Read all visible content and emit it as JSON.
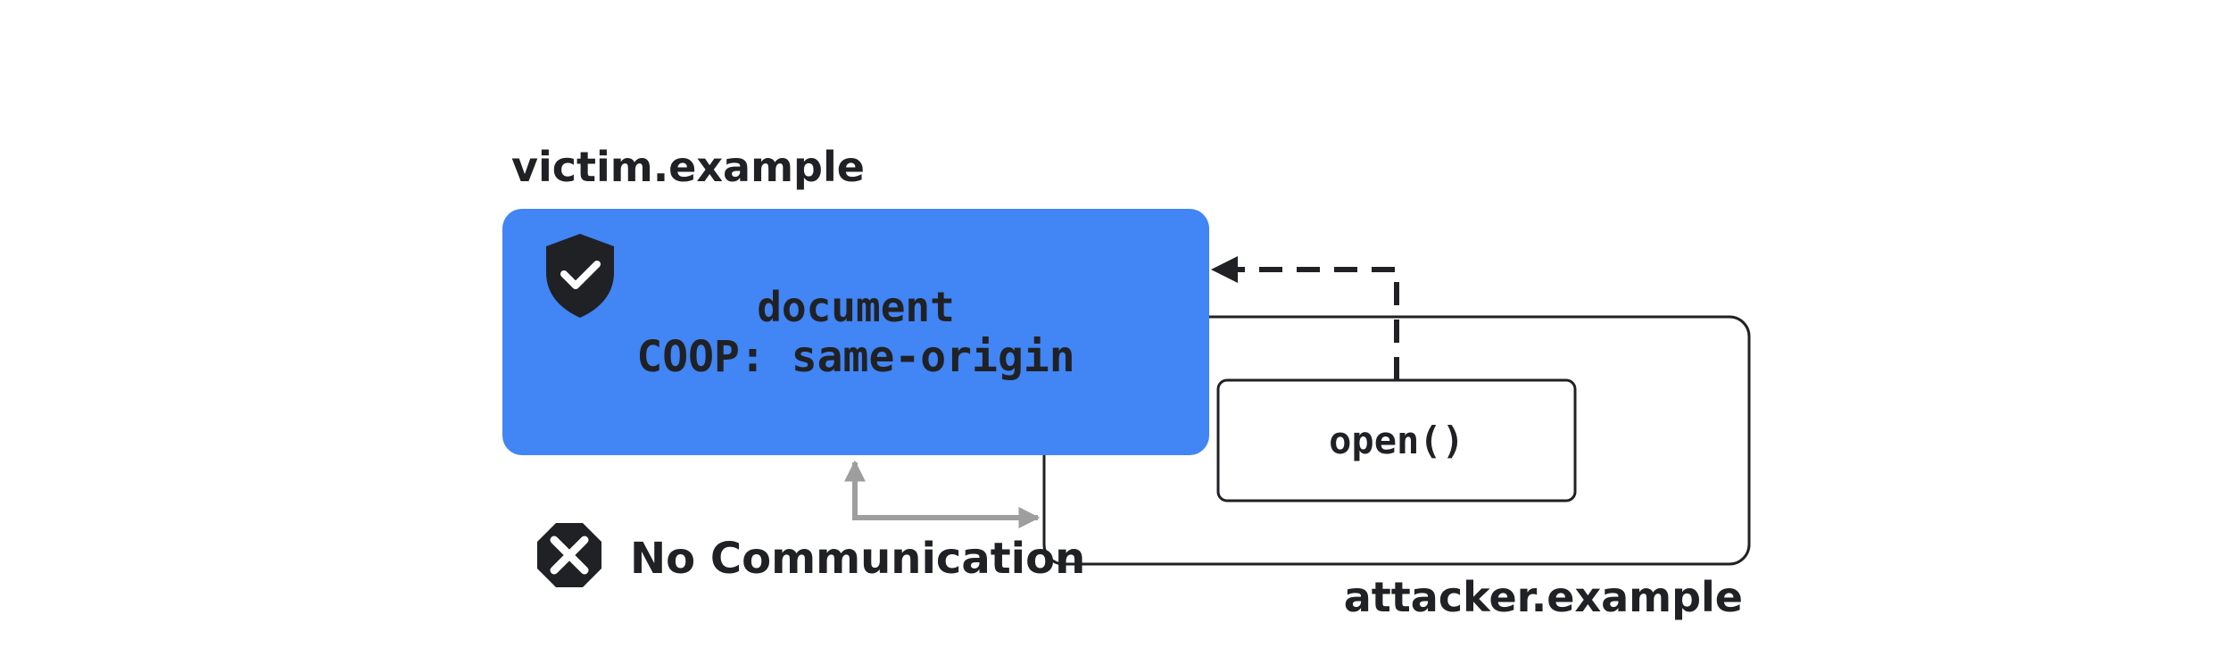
{
  "victim": {
    "title": "victim.example",
    "document_line1": "document",
    "document_line2": "COOP: same-origin",
    "shield_icon": "shield-check-icon"
  },
  "attacker": {
    "title": "attacker.example",
    "open_label": "open()"
  },
  "legend": {
    "no_communication_label": "No Communication",
    "icon": "octagon-x-icon"
  },
  "colors": {
    "victim_box": "#4285f4",
    "dark": "#202124",
    "gray_arrow": "#9e9e9e",
    "background": "#ffffff"
  }
}
